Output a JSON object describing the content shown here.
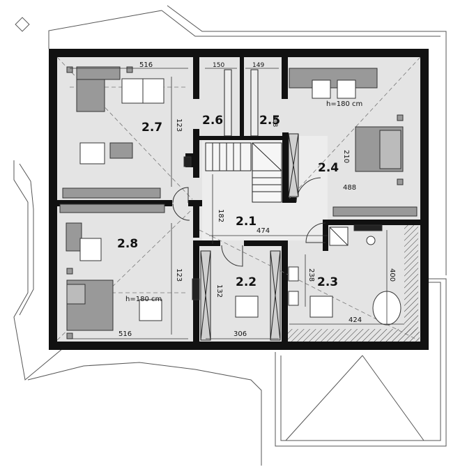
{
  "rooms": {
    "r21": "2.1",
    "r22": "2.2",
    "r23": "2.3",
    "r24": "2.4",
    "r25": "2.5",
    "r26": "2.6",
    "r27": "2.7",
    "r28": "2.8"
  },
  "dimensions": {
    "d516_top": "516",
    "d150": "150",
    "d149": "149",
    "d318": "318",
    "d210": "210",
    "d488": "488",
    "d474": "474",
    "d182": "182",
    "d123_top": "123",
    "d123_bottom": "123",
    "d516_bottom": "516",
    "d306": "306",
    "d132": "132",
    "d238": "238",
    "d424": "424",
    "d400": "400"
  },
  "heights": {
    "h_top_right": "h=180 cm",
    "h_bottom_left": "h=180 cm"
  },
  "colors": {
    "wall": "#111111",
    "floor": "#e4e4e4",
    "furniture": "#9a9a9a"
  }
}
